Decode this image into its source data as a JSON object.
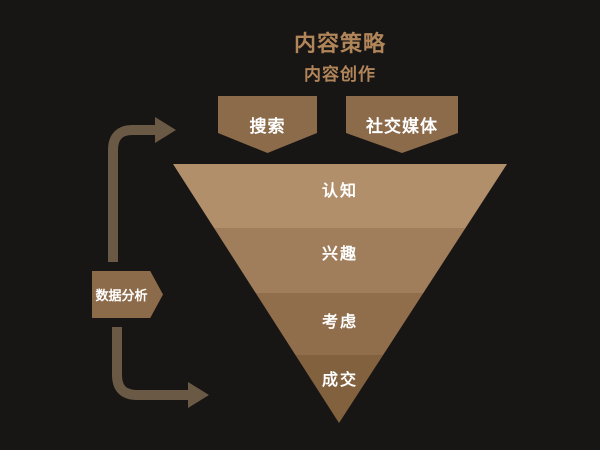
{
  "diagram": {
    "title": "内容策略",
    "subtitle": "内容创作",
    "channels": [
      {
        "label": "搜索"
      },
      {
        "label": "社交媒体"
      }
    ],
    "funnel": {
      "stages": [
        {
          "label": "认知",
          "color": "#b28f6b"
        },
        {
          "label": "兴趣",
          "color": "#a07e5c"
        },
        {
          "label": "考虑",
          "color": "#916e4b"
        },
        {
          "label": "成交",
          "color": "#82613e"
        }
      ]
    },
    "feedback": {
      "label": "数据分析"
    },
    "colors": {
      "background": "#181614",
      "title_text": "#b1855a",
      "banner_fill": "#8c6b4a",
      "arrow_fill": "#6a5a45",
      "stage_text": "#ffffff"
    }
  }
}
